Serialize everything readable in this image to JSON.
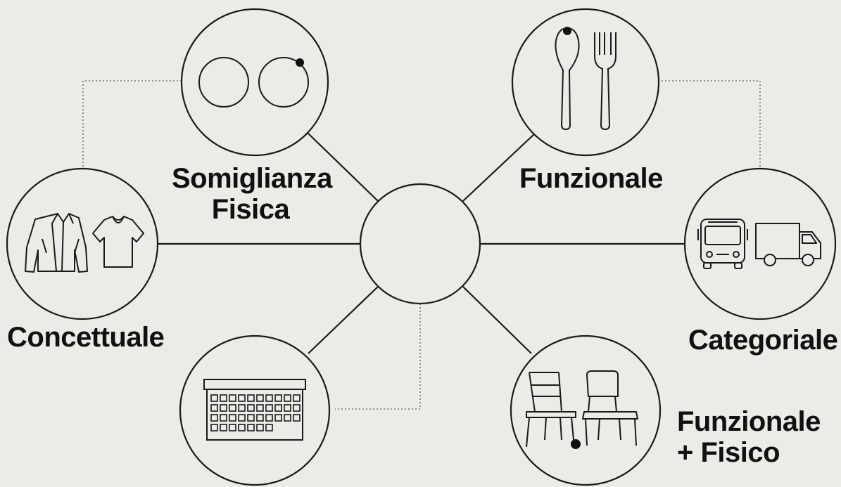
{
  "labels": {
    "physical_line1": "Somiglianza",
    "physical_line2": "Fisica",
    "functional": "Funzionale",
    "conceptual": "Concettuale",
    "categorical": "Categoriale",
    "func_phys_line1": "Funzionale",
    "func_phys_line2": "+ Fisico"
  },
  "nodes": [
    {
      "id": "hub",
      "icon": "empty-circle"
    },
    {
      "id": "physical-similarity",
      "icon": "two-rings-icon"
    },
    {
      "id": "functional",
      "icon": "spoon-fork-icon"
    },
    {
      "id": "conceptual",
      "icon": "jacket-tshirt-icon"
    },
    {
      "id": "categorical",
      "icon": "bus-truck-icon"
    },
    {
      "id": "calendar",
      "icon": "calendar-icon"
    },
    {
      "id": "functional-physical",
      "icon": "chairs-icon"
    }
  ],
  "colors": {
    "background": "#ebebe7",
    "stroke": "#1a1a1a",
    "dotted": "#777777",
    "text": "#111111"
  }
}
